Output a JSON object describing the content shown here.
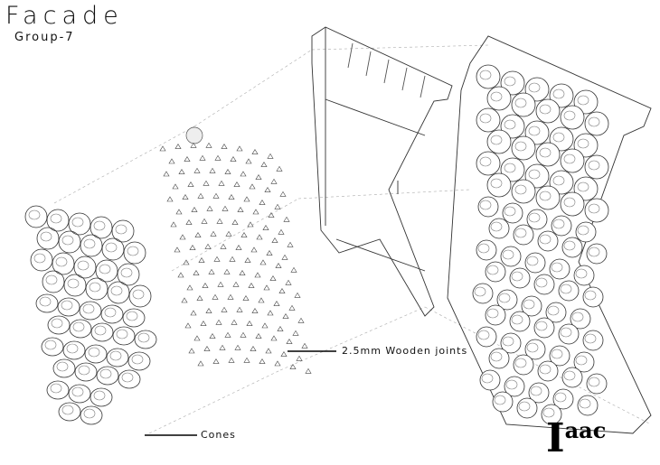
{
  "title": "Facade",
  "subtitle": "Group-7",
  "labels": {
    "joints": "2.5mm Wooden joints",
    "cones": "Cones"
  },
  "logo": {
    "text": "Iaac",
    "initial": "I",
    "rest": "aac"
  }
}
